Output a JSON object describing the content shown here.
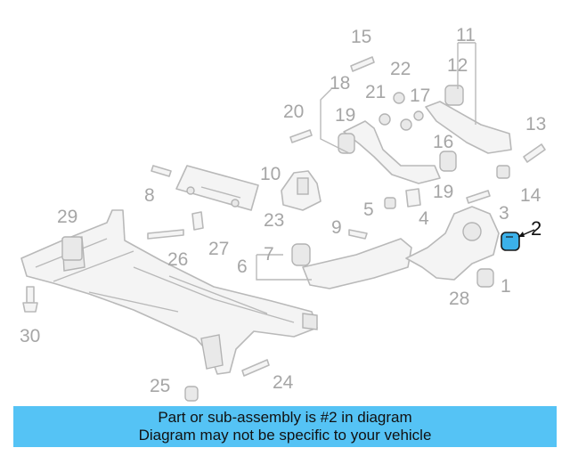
{
  "diagram": {
    "callouts": [
      "1",
      "2",
      "3",
      "4",
      "5",
      "6",
      "7",
      "8",
      "9",
      "10",
      "11",
      "12",
      "13",
      "14",
      "15",
      "16",
      "17",
      "18",
      "19",
      "19",
      "20",
      "21",
      "22",
      "23",
      "24",
      "25",
      "26",
      "27",
      "28",
      "29",
      "30"
    ],
    "highlighted_part": "2",
    "highlight_color": "#3bb1ea"
  },
  "banner": {
    "line1": "Part or sub-assembly is #2 in diagram",
    "line2": "Diagram may not be specific to your vehicle",
    "background": "#55c3f5"
  }
}
